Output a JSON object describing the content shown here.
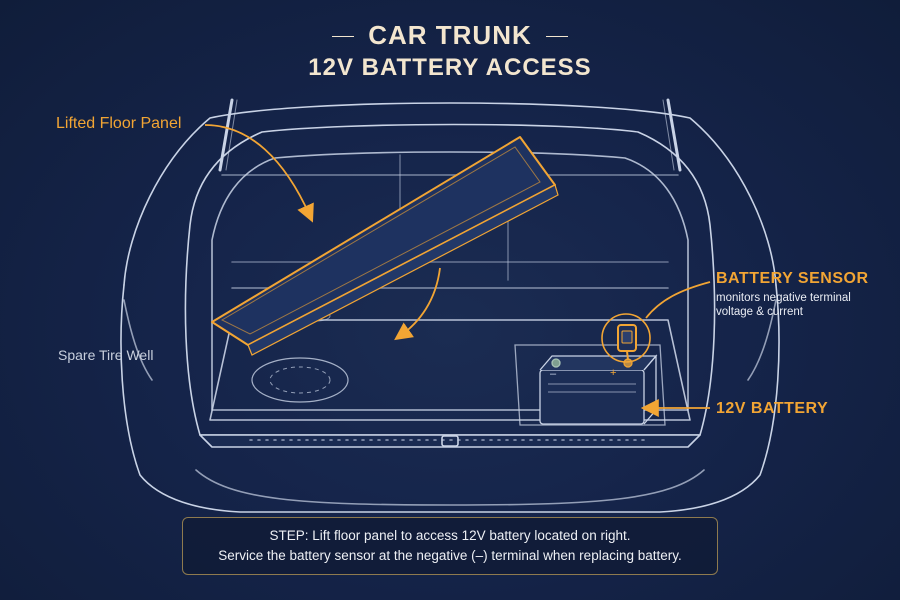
{
  "title": {
    "line1": "CAR TRUNK",
    "line2": "12V BATTERY ACCESS"
  },
  "labels": {
    "lifted_floor_panel": "Lifted Floor Panel",
    "spare_tire_well": "Spare Tire Well",
    "battery_sensor": "BATTERY SENSOR",
    "battery_sensor_desc": "monitors negative terminal voltage & current",
    "battery": "12V BATTERY"
  },
  "step": {
    "line1": "STEP: Lift floor panel to access 12V battery located on right.",
    "line2": "Service the battery sensor at the negative (–) terminal when replacing battery."
  },
  "battery_terminal_signs": {
    "negative": "–",
    "positive": "+"
  },
  "colors": {
    "background": "#13213f",
    "line_art": "#c9d3e6",
    "accent_orange": "#f2a534",
    "title_text": "#f3e6cf"
  }
}
